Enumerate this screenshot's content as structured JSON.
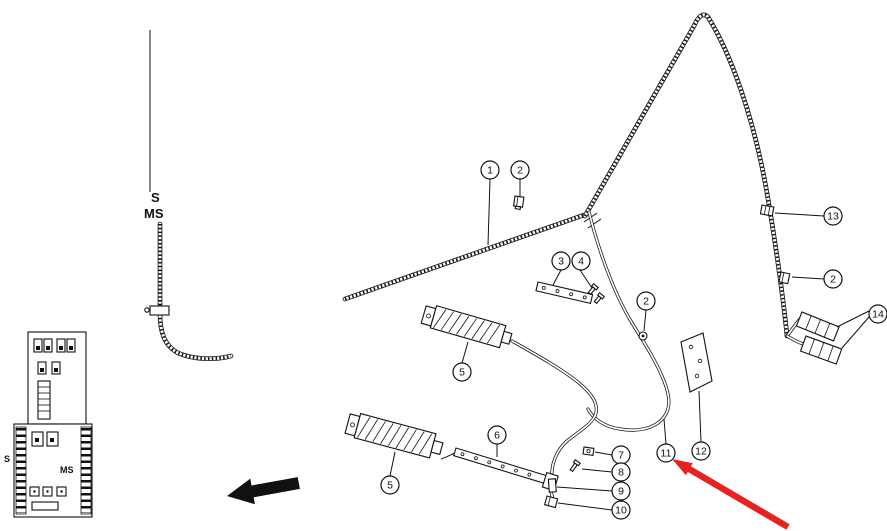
{
  "labels": {
    "top_s": "S",
    "top_ms": "MS",
    "inset_s": "S",
    "inset_ms": "MS"
  },
  "colors": {
    "line": "#111111",
    "highlight_fill": "#b8c23c",
    "callout_fill": "#ffffff",
    "red_arrow": "#e62320",
    "black_arrow": "#111111"
  },
  "selection": {
    "highlighted_callout": "11"
  },
  "callouts": [
    {
      "label": "1"
    },
    {
      "label": "2"
    },
    {
      "label": "3"
    },
    {
      "label": "4"
    },
    {
      "label": "2"
    },
    {
      "label": "5"
    },
    {
      "label": "5"
    },
    {
      "label": "6"
    },
    {
      "label": "7"
    },
    {
      "label": "8"
    },
    {
      "label": "9"
    },
    {
      "label": "10"
    },
    {
      "label": "11",
      "highlighted": true
    },
    {
      "label": "12"
    },
    {
      "label": "13"
    },
    {
      "label": "2"
    },
    {
      "label": "14"
    }
  ]
}
